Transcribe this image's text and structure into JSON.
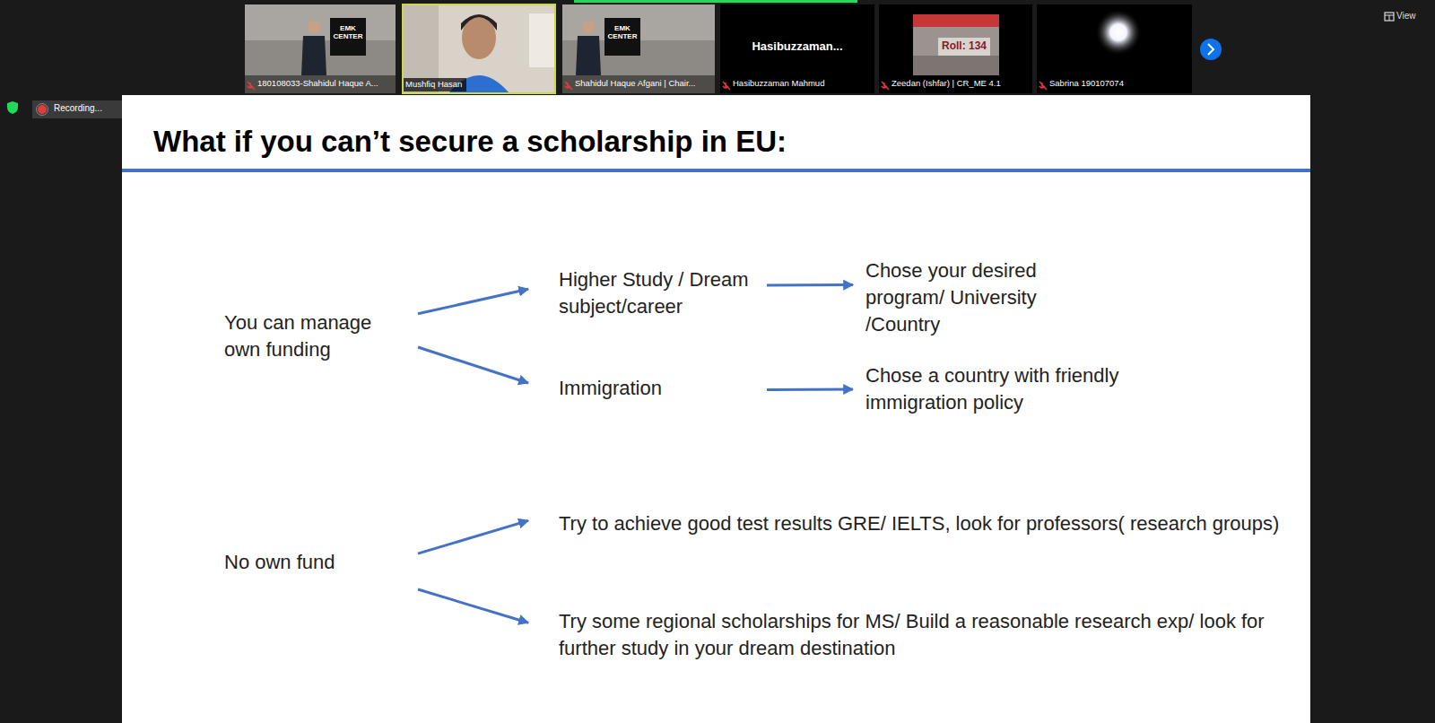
{
  "diagram": {
    "title": "What if you can’t secure a scholarship in EU:",
    "nodes": [
      {
        "text": [
          "You can manage own funding"
        ]
      },
      {
        "text": [
          "Higher Study / Dream subject/career"
        ]
      },
      {
        "text": [
          "Chose your desired program/ University /Country"
        ]
      },
      {
        "text": [
          "Immigration"
        ]
      },
      {
        "text": [
          "Chose a country with friendly immigration policy"
        ]
      },
      {
        "text": [
          "No own fund"
        ]
      },
      {
        "text": [
          "Try to achieve good test results GRE/ IELTS, look for professors( research groups)"
        ]
      },
      {
        "text": [
          "Try some regional scholarships for MS/ Build a reasonable research exp/ look for further study in your dream destination"
        ]
      }
    ],
    "edges": [
      {
        "from": 0,
        "to": 1,
        "arrow": "to"
      },
      {
        "from": 0,
        "to": 3,
        "arrow": "to"
      },
      {
        "from": 1,
        "to": 2,
        "arrow": "to"
      },
      {
        "from": 3,
        "to": 4,
        "arrow": "to"
      },
      {
        "from": 5,
        "to": 6,
        "arrow": "to"
      },
      {
        "from": 5,
        "to": 7,
        "arrow": "to"
      }
    ],
    "labels": [
      "EMK CENTER",
      "180108033-Shahidul Haque A...",
      "Mushfiq Hasan",
      "EMK CENTER",
      "Shahidul Haque Afgani | Chair...",
      "Hasibuzzaman...",
      "Hasibuzzaman Mahmud",
      "Roll: 134",
      "Zeedan (Ishfar) | CR_ME 4.1",
      "Sabrina 190107074",
      "View",
      "Recording..."
    ]
  }
}
